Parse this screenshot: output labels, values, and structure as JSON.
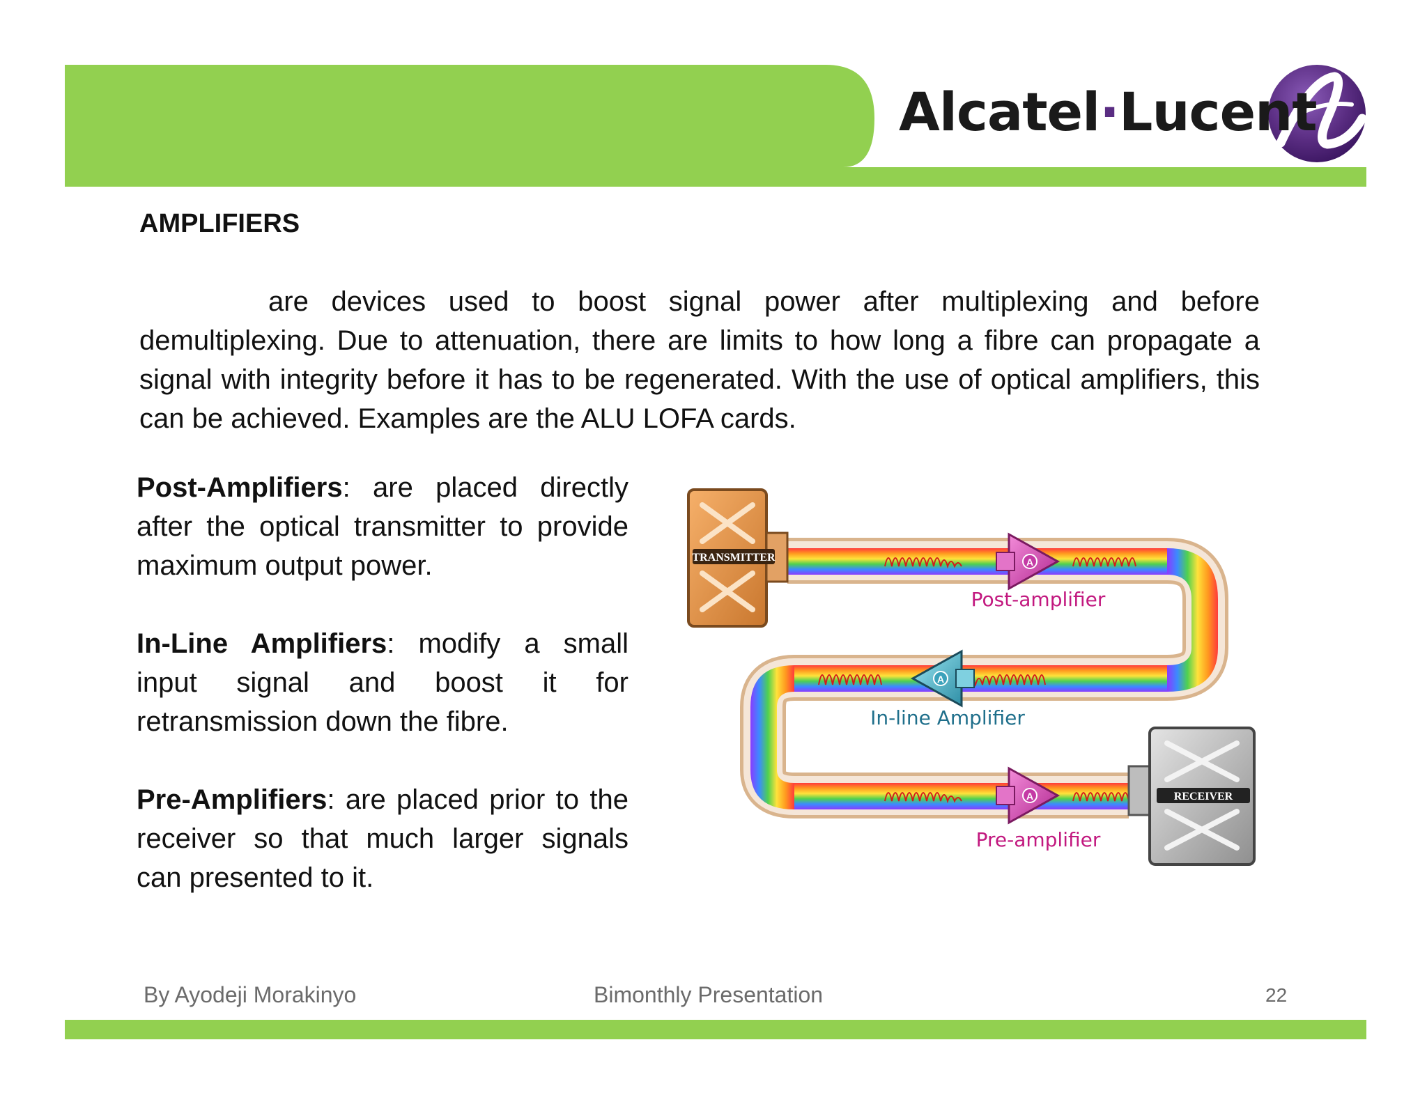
{
  "brand": {
    "name_left": "Alcatel",
    "name_dot": "·",
    "name_right": "Lucent",
    "logo_icon": "alcatel-lucent-logo-icon",
    "accent_color": "#92d050",
    "logo_color": "#5a2d82"
  },
  "slide": {
    "title": "AMPLIFIERS",
    "intro": "are devices used to boost signal power after multiplexing and before demultiplexing. Due to attenuation, there are limits to how long a fibre can propagate a signal with integrity before it has to be regenerated. With the use of optical amplifiers, this can be achieved. Examples are the ALU LOFA cards.",
    "items": [
      {
        "term": "Post-Amplifiers",
        "desc": ": are placed directly after the optical transmitter to provide maximum output power."
      },
      {
        "term": "In-Line Amplifiers",
        "desc": ": modify a small input signal and boost it for retransmission down the fibre."
      },
      {
        "term": "Pre-Amplifiers",
        "desc": ": are placed prior to the receiver so that much larger signals can presented to it."
      }
    ]
  },
  "diagram": {
    "transmitter_label": "TRANSMITTER",
    "receiver_label": "RECEIVER",
    "post_label": "Post-amplifier",
    "inline_label": "In-line Amplifier",
    "pre_label": "Pre-amplifier",
    "amp_badge": "A",
    "label_colors": {
      "post": "#c2187f",
      "inline": "#1f6f8b",
      "pre": "#c2187f"
    }
  },
  "footer": {
    "author": "By Ayodeji Morakinyo",
    "event": "Bimonthly Presentation",
    "page": "22"
  }
}
